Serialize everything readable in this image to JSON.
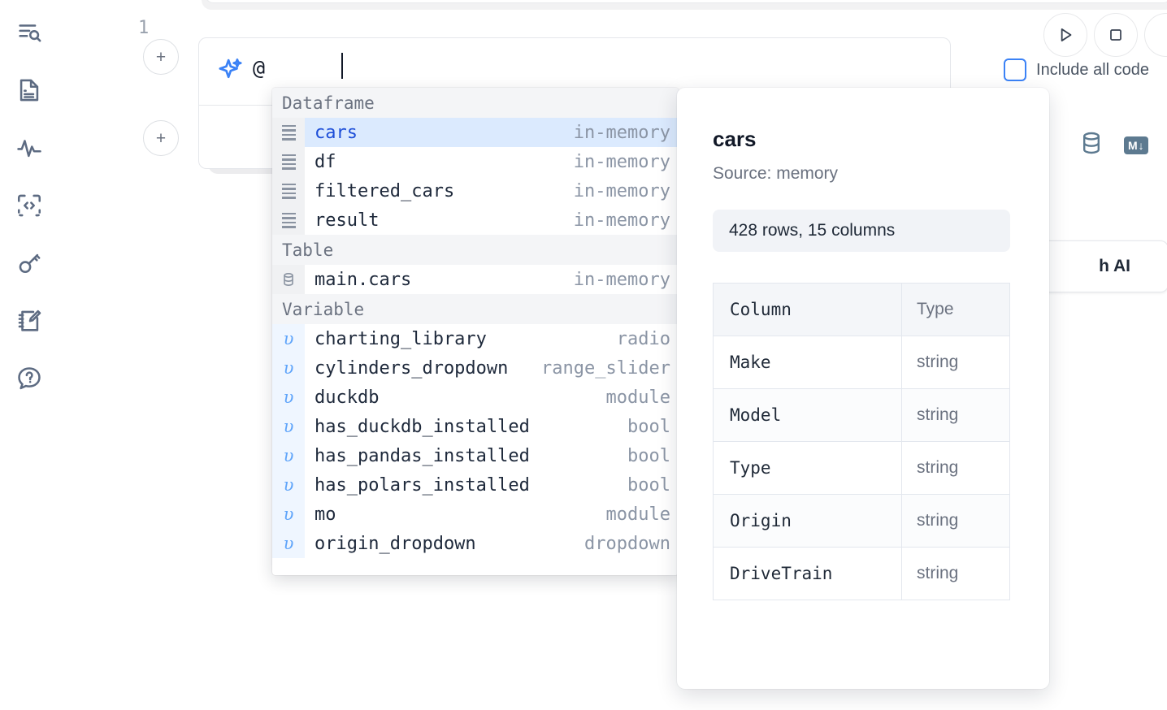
{
  "sidebar": {
    "items": [
      {
        "name": "explorer-search",
        "icon": "list-search-icon"
      },
      {
        "name": "documents",
        "icon": "document-icon"
      },
      {
        "name": "activity",
        "icon": "pulse-icon"
      },
      {
        "name": "snippets",
        "icon": "code-brackets-icon"
      },
      {
        "name": "secrets",
        "icon": "key-icon"
      },
      {
        "name": "scratchpad",
        "icon": "notebook-edit-icon"
      },
      {
        "name": "help",
        "icon": "question-chat-icon"
      }
    ]
  },
  "toolbar": {
    "run_label": "▷",
    "stop_label": "□",
    "include_all_code_label": "Include all code",
    "include_all_code_checked": false,
    "add_cell_label": "+"
  },
  "cell": {
    "line_number": "1",
    "ai_prompt_value": "@",
    "ai_icon": "sparkles-icon",
    "database_icon": "database-icon",
    "markdown_badge": "M",
    "markdown_badge_arrow": "↓"
  },
  "ai_card": {
    "label": "h AI"
  },
  "autocomplete": {
    "groups": [
      {
        "label": "Dataframe",
        "gutter_kind": "df",
        "items": [
          {
            "name": "cars",
            "type": "in-memory",
            "selected": true
          },
          {
            "name": "df",
            "type": "in-memory",
            "selected": false
          },
          {
            "name": "filtered_cars",
            "type": "in-memory",
            "selected": false
          },
          {
            "name": "result",
            "type": "in-memory",
            "selected": false
          }
        ]
      },
      {
        "label": "Table",
        "gutter_kind": "table",
        "items": [
          {
            "name": "main.cars",
            "type": "in-memory",
            "selected": false
          }
        ]
      },
      {
        "label": "Variable",
        "gutter_kind": "var",
        "items": [
          {
            "name": "charting_library",
            "type": "radio",
            "selected": false
          },
          {
            "name": "cylinders_dropdown",
            "type": "range_slider",
            "selected": false
          },
          {
            "name": "duckdb",
            "type": "module",
            "selected": false
          },
          {
            "name": "has_duckdb_installed",
            "type": "bool",
            "selected": false
          },
          {
            "name": "has_pandas_installed",
            "type": "bool",
            "selected": false
          },
          {
            "name": "has_polars_installed",
            "type": "bool",
            "selected": false
          },
          {
            "name": "mo",
            "type": "module",
            "selected": false
          },
          {
            "name": "origin_dropdown",
            "type": "dropdown",
            "selected": false
          }
        ]
      }
    ]
  },
  "detail": {
    "title": "cars",
    "source": "Source: memory",
    "shape": "428 rows, 15 columns",
    "columns_header": "Column",
    "type_header": "Type",
    "rows": [
      {
        "column": "Make",
        "type": "string"
      },
      {
        "column": "Model",
        "type": "string"
      },
      {
        "column": "Type",
        "type": "string"
      },
      {
        "column": "Origin",
        "type": "string"
      },
      {
        "column": "DriveTrain",
        "type": "string"
      }
    ]
  },
  "colors": {
    "accent_blue": "#3b82f6",
    "selected_row_bg": "#dbeafe",
    "icon_gray": "#5d6b82"
  }
}
